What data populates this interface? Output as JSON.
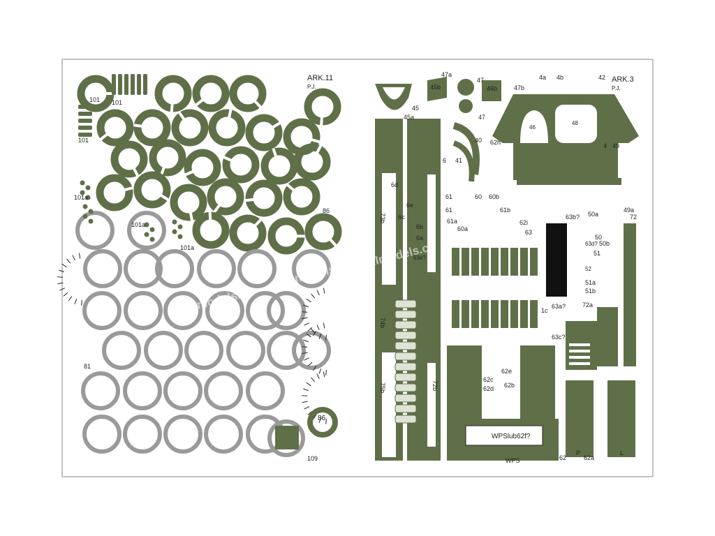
{
  "colors": {
    "green": "#5f7049",
    "gray": "#9a9a9a",
    "ink": "#222222",
    "frame": "#8a8a8a"
  },
  "left_sheet": {
    "title": "ARK.11",
    "initials": "P.J.",
    "part_labels": [
      "101",
      "101",
      "101",
      "101a",
      "101a",
      "101a",
      "86",
      "81",
      "86",
      "109"
    ]
  },
  "right_sheet": {
    "title": "ARK.3",
    "initials": "P.J.",
    "part_labels": [
      "47a",
      "47",
      "45b",
      "46b",
      "47b",
      "4a",
      "4b",
      "42",
      "46",
      "48",
      "45",
      "45a",
      "47",
      "40",
      "41",
      "6",
      "62h",
      "4",
      "49",
      "61",
      "60",
      "60b",
      "6d",
      "6e",
      "6b",
      "6c",
      "6a",
      "61",
      "61a",
      "60a",
      "72",
      "50a",
      "49a",
      "63e?",
      "61b",
      "62i",
      "63",
      "63b?",
      "63d?",
      "50",
      "50b",
      "51",
      "52",
      "51a",
      "51b",
      "1c",
      "63a?",
      "72a",
      "63c?",
      "62e",
      "62c",
      "62d",
      "62b",
      "75b",
      "74b",
      "73b",
      "72b",
      "WPSlub62f?",
      "WPS",
      "62",
      "62a",
      "P",
      "L"
    ]
  },
  "watermark": [
    "AKImodels.cz",
    "AKImodels.cz",
    "AKImodels.cz",
    "AKImodels.cz"
  ]
}
